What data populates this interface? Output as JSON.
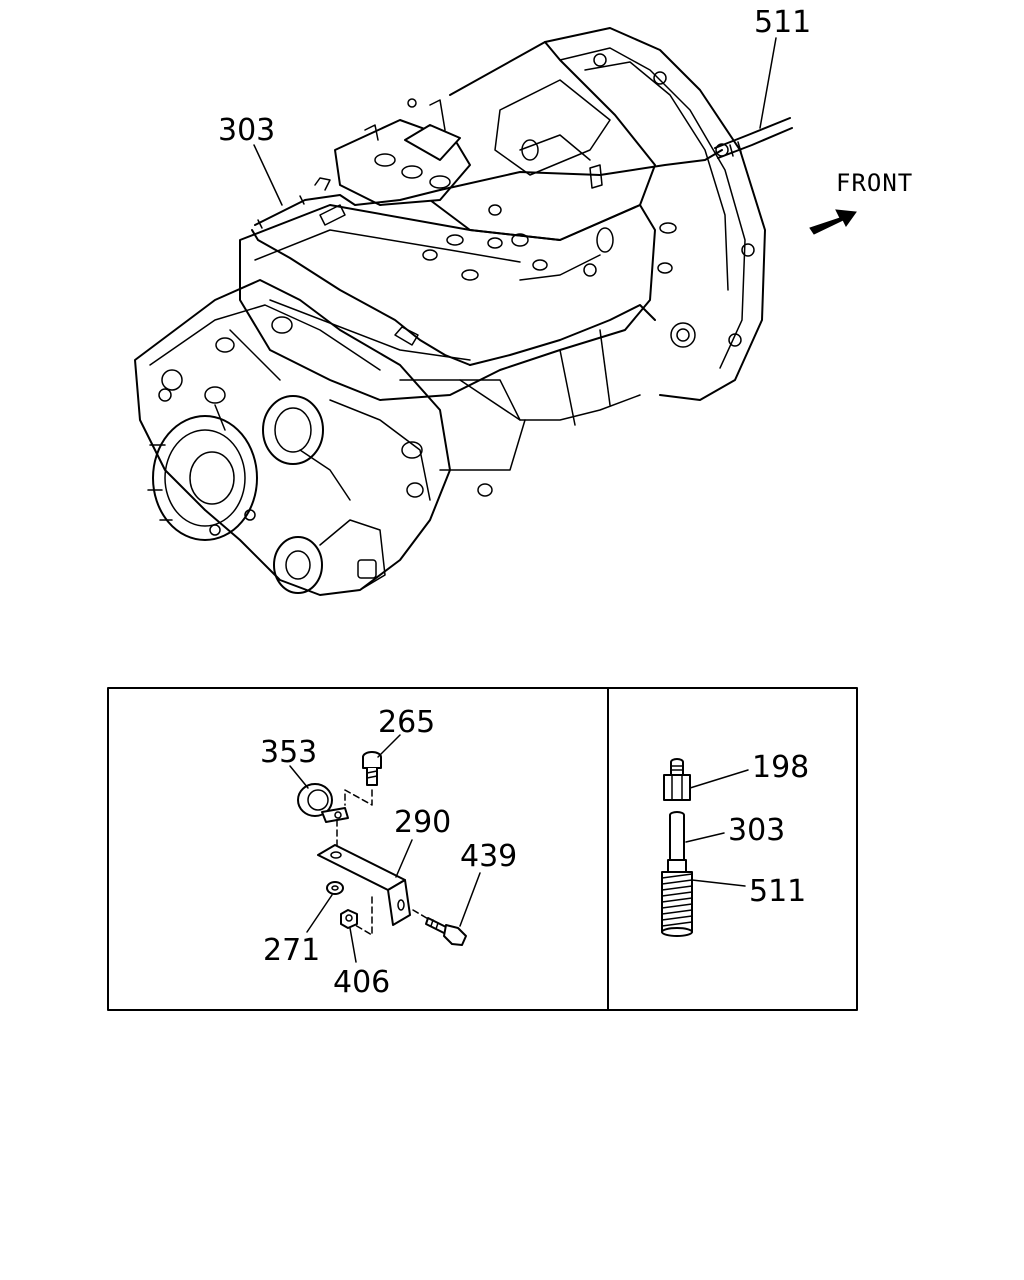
{
  "orientation_label": "FRONT",
  "main_view": {
    "callouts": [
      "511",
      "303"
    ]
  },
  "detail_left": {
    "callouts": [
      "265",
      "353",
      "290",
      "439",
      "271",
      "406"
    ]
  },
  "detail_right": {
    "callouts": [
      "198",
      "303",
      "511"
    ]
  }
}
